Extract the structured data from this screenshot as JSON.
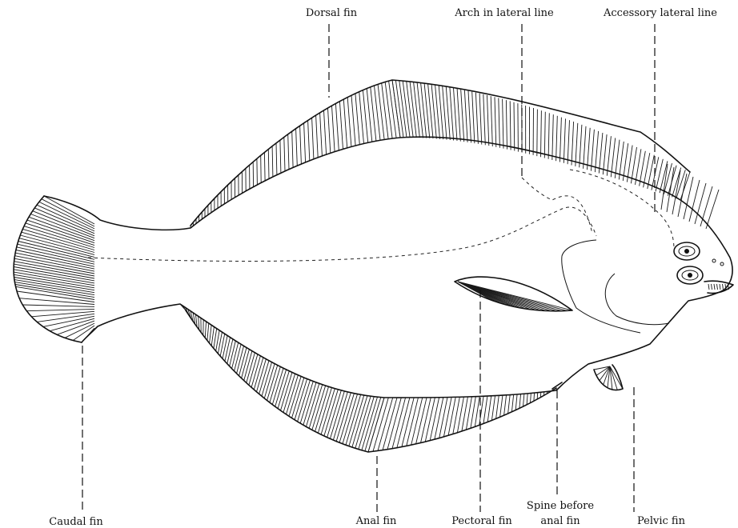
{
  "labels": {
    "dorsal_fin": "Dorsal fin",
    "arch_lateral_line": "Arch in lateral line",
    "accessory_lateral_line": "Accessory lateral line",
    "caudal_fin": "Caudal fin",
    "anal_fin": "Anal fin",
    "pectoral_fin": "Pectoral fin",
    "spine_before_anal_fin_1": "Spine before",
    "spine_before_anal_fin_2": "anal fin",
    "pelvic_fin": "Pelvic fin"
  }
}
